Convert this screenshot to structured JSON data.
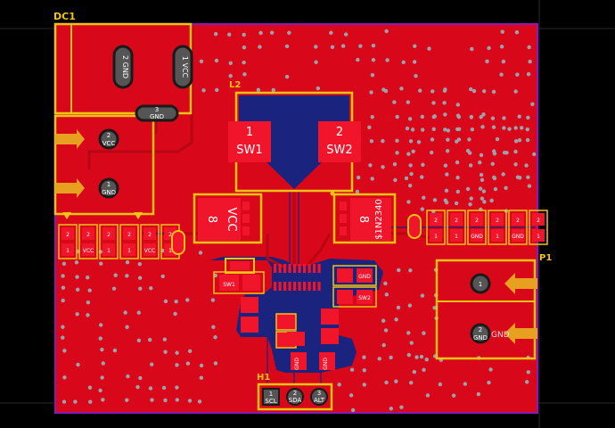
{
  "view": {
    "colors": {
      "background": "#000000",
      "board": "#d8081a",
      "board_outline": "#8a1ab5",
      "silkscreen": "#f2c314",
      "pad": "#f0152b",
      "via_ring": "#9aa3ad",
      "hole": "#1a1a1a",
      "trace_copper": "#b80612",
      "bottom_copper": "#1a237e",
      "grid": "#2a2a2a"
    }
  },
  "designators": {
    "dc1": "DC1",
    "l2": "L2",
    "p1": "P1",
    "h1": "H1"
  },
  "dc1": {
    "pins": [
      {
        "num": "2",
        "name": "GND"
      },
      {
        "num": "1",
        "name": "VCC"
      },
      {
        "num": "3",
        "name": "GND"
      }
    ],
    "side_pins": [
      {
        "num": "2",
        "name": "VCC"
      },
      {
        "num": "1",
        "name": "GND"
      }
    ]
  },
  "l2": {
    "pads": [
      {
        "num": "1",
        "name": "SW1"
      },
      {
        "num": "2",
        "name": "SW2"
      }
    ]
  },
  "chips": {
    "left": {
      "num": "8",
      "name": "VCC"
    },
    "right": {
      "num": "8",
      "name": "$1N2340"
    }
  },
  "p1": {
    "pins": [
      {
        "num": "1",
        "name": ""
      },
      {
        "num": "2",
        "name": "GND"
      }
    ],
    "side_text": "GND"
  },
  "h1": {
    "pins": [
      {
        "num": "1",
        "name": "SCL"
      },
      {
        "num": "2",
        "name": "SDA"
      },
      {
        "num": "3",
        "name": "ALT"
      }
    ]
  },
  "small_pads": {
    "left_sw": "SW1",
    "right_gnd": "GND",
    "right_sw": "SW2",
    "bottom_gnd_a": "GND",
    "bottom_gnd_b": "GND"
  },
  "resistor_row_left": [
    "2",
    "1",
    "2",
    "VCC",
    "2",
    "1",
    "2",
    "1",
    "2",
    "VCC",
    "2",
    "1"
  ],
  "resistor_row_right": [
    "2",
    "1",
    "2",
    "1",
    "2",
    "GND",
    "2",
    "1",
    "2",
    "GND",
    "2",
    "1"
  ]
}
